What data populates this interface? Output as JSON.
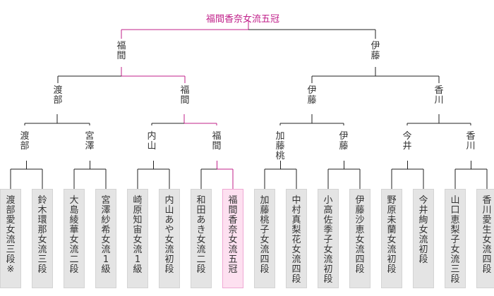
{
  "champion": "福間香奈女流五冠",
  "colors": {
    "line": "#222222",
    "win": "#c0208a",
    "box": "#e4e4e4",
    "box_win": "#fde0f0"
  },
  "rounds": {
    "final": [
      "福間",
      "伊藤"
    ],
    "semi": [
      "渡部",
      "福間",
      "伊藤",
      "香川"
    ],
    "quarter": [
      "渡部",
      "宮澤",
      "内山",
      "福間",
      "加藤桃",
      "伊藤",
      "今井",
      "香川"
    ]
  },
  "players": [
    {
      "name": "渡部　愛女流三段※"
    },
    {
      "name": "鈴木環那女流三段"
    },
    {
      "name": "大島綾華女流二段"
    },
    {
      "name": "宮澤紗希女流1級"
    },
    {
      "name": "崎原知宙女流1級"
    },
    {
      "name": "内山あや女流初段"
    },
    {
      "name": "和田あき女流二段"
    },
    {
      "name": "福間香奈女流五冠"
    },
    {
      "name": "加藤桃子女流四段"
    },
    {
      "name": "中村真梨花女流四段"
    },
    {
      "name": "小高佐季子女流初段"
    },
    {
      "name": "伊藤沙恵女流四段"
    },
    {
      "name": "野原未蘭女流初段"
    },
    {
      "name": "今井　絢女流初段"
    },
    {
      "name": "山口恵梨子女流三段"
    },
    {
      "name": "香川愛生女流四段"
    }
  ]
}
